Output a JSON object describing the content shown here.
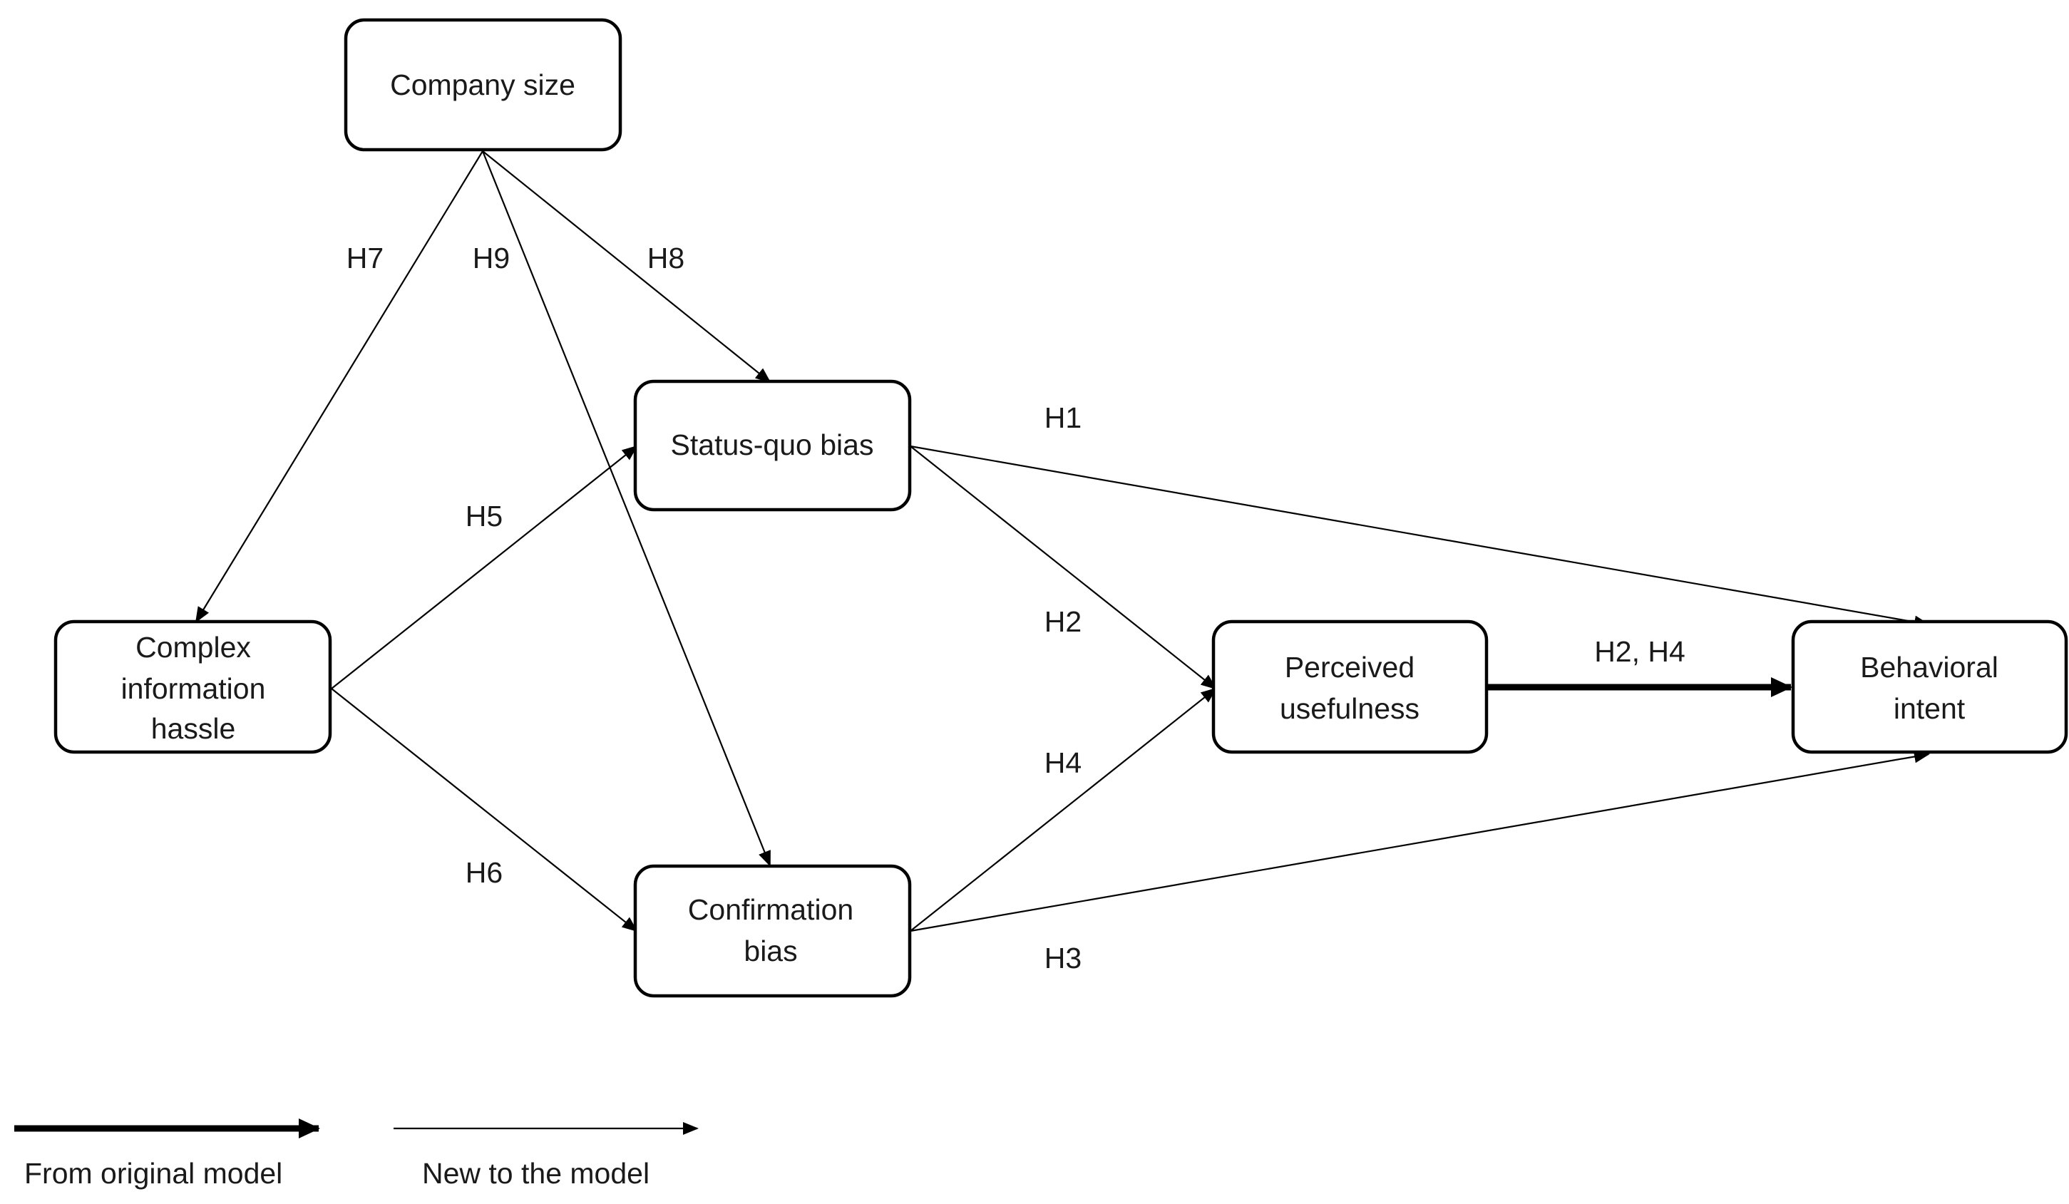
{
  "nodes": {
    "company_size": {
      "lines": [
        "Company size"
      ]
    },
    "status_quo_bias": {
      "lines": [
        "Status-quo bias"
      ]
    },
    "complex_information_hassle": {
      "lines": [
        "Complex",
        "information",
        "hassle"
      ]
    },
    "confirmation_bias": {
      "lines": [
        "Confirmation",
        "bias"
      ]
    },
    "perceived_usefulness": {
      "lines": [
        "Perceived",
        "usefulness"
      ]
    },
    "behavioral_intent": {
      "lines": [
        "Behavioral",
        "intent"
      ]
    }
  },
  "edges": [
    {
      "id": "h7",
      "from": "company_size",
      "to": "complex_information_hassle",
      "label": "H7",
      "style": "new"
    },
    {
      "id": "h9",
      "from": "company_size",
      "to": "confirmation_bias",
      "label": "H9",
      "style": "new"
    },
    {
      "id": "h8",
      "from": "company_size",
      "to": "status_quo_bias",
      "label": "H8",
      "style": "new"
    },
    {
      "id": "h1",
      "from": "status_quo_bias",
      "to": "behavioral_intent",
      "label": "H1",
      "style": "new"
    },
    {
      "id": "h5",
      "from": "complex_information_hassle",
      "to": "status_quo_bias",
      "label": "H5",
      "style": "new"
    },
    {
      "id": "h2",
      "from": "status_quo_bias",
      "to": "perceived_usefulness",
      "label": "H2",
      "style": "new"
    },
    {
      "id": "h2h4",
      "from": "perceived_usefulness",
      "to": "behavioral_intent",
      "label": "H2, H4",
      "style": "original"
    },
    {
      "id": "h4",
      "from": "confirmation_bias",
      "to": "perceived_usefulness",
      "label": "H4",
      "style": "new"
    },
    {
      "id": "h6",
      "from": "complex_information_hassle",
      "to": "confirmation_bias",
      "label": "H6",
      "style": "new"
    },
    {
      "id": "h3",
      "from": "confirmation_bias",
      "to": "behavioral_intent",
      "label": "H3",
      "style": "new"
    }
  ],
  "legend": {
    "original_label": "From original model",
    "new_label": "New to the model"
  }
}
